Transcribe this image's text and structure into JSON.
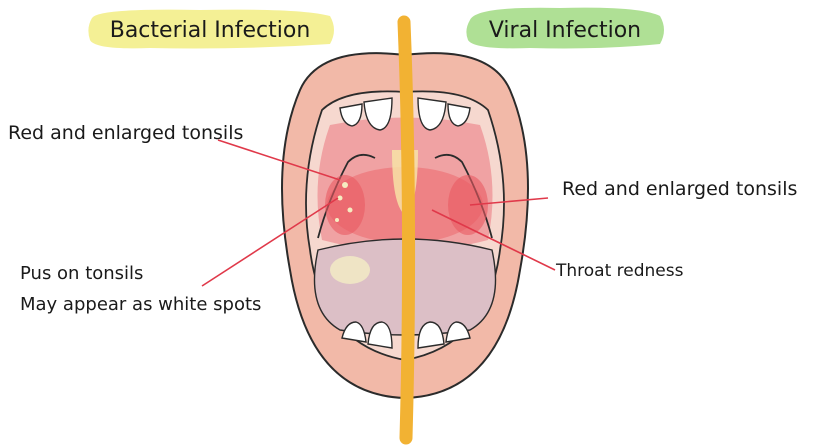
{
  "headers": {
    "left": "Bacterial Infection",
    "right": "Viral Infection"
  },
  "labels": {
    "bacterial_tonsils": "Red and enlarged tonsils",
    "pus_line1": "Pus on tonsils",
    "pus_line2": "May appear as white spots",
    "viral_tonsils": "Red and enlarged tonsils",
    "throat_redness": "Throat redness"
  },
  "colors": {
    "left_header_highlight": "#f3ee8a",
    "right_header_highlight": "#a6dd8a",
    "divider": "#f2b233",
    "lips": "#f2b9a8",
    "lip_outline": "#2b2b2b",
    "throat": "#f0a2a3",
    "inflamed": "#ea5a62",
    "tongue": "#dcbfc6",
    "pus": "#f6f3c5",
    "pointer_line": "#e0394a"
  }
}
